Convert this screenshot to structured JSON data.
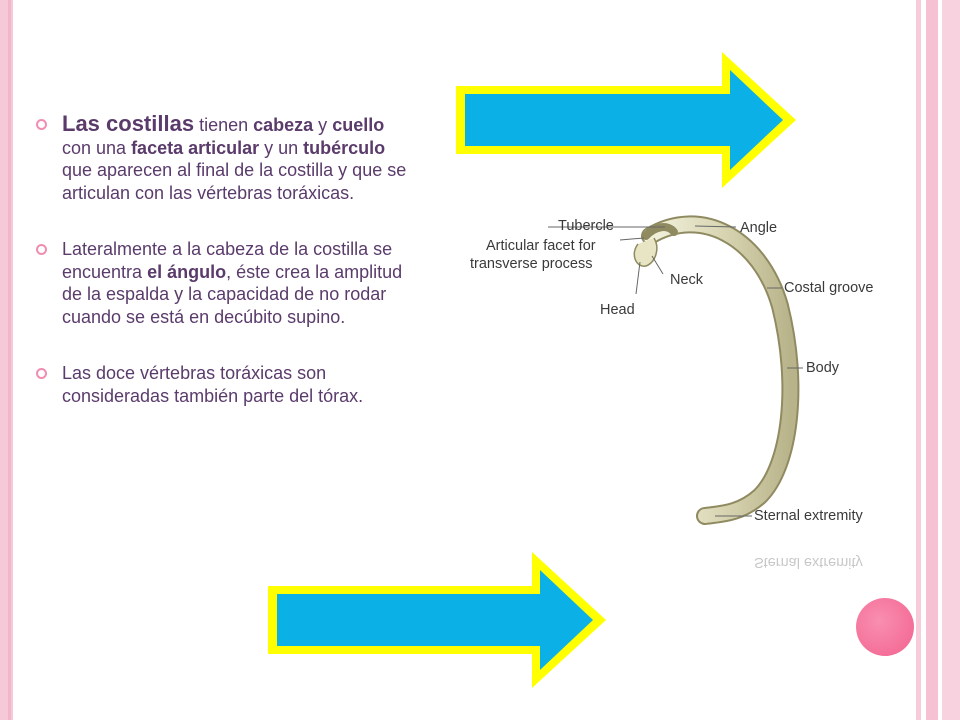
{
  "bullets": [
    {
      "parts": [
        "Las costillas",
        " tienen ",
        "cabeza",
        " y ",
        "cuello",
        " con una ",
        "faceta articular",
        " y un ",
        "tubérculo",
        " que aparecen al final de la costilla y que se articulan con las vértebras toráxicas."
      ]
    },
    {
      "parts": [
        "Lateralmente a la cabeza de la costilla se encuentra ",
        "el ángulo",
        ", éste crea la amplitud de la espalda y la capacidad de no rodar cuando se está en decúbito supino."
      ]
    },
    {
      "parts": [
        "Las doce vértebras toráxicas son consideradas también parte del tórax."
      ]
    }
  ],
  "diagram": {
    "labels": {
      "tubercle": "Tubercle",
      "angle": "Angle",
      "articular_facet_1": "Articular facet for",
      "articular_facet_2": "transverse process",
      "neck": "Neck",
      "head": "Head",
      "costal_groove": "Costal groove",
      "body": "Body",
      "sternal_extremity": "Sternal extremity"
    },
    "reflection": "Sternal extremity"
  },
  "colors": {
    "arrow_fill": "#0bb0e6",
    "arrow_border": "#ffff00",
    "text": "#5a3b6b",
    "bullet_ring": "#f08db0",
    "pink_circle": "#f2628f"
  }
}
